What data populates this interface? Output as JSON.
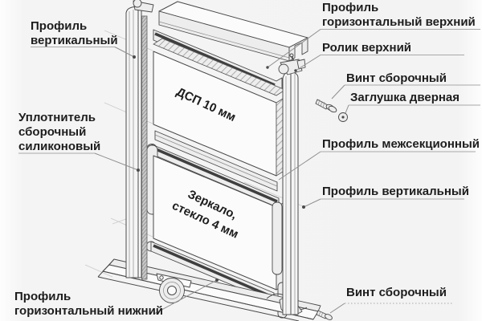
{
  "colors": {
    "background": "#f3f3f3",
    "line": "#4a4a4a",
    "leader": "#8f8f8f",
    "text": "#1d1d1d"
  },
  "labels": {
    "profile_vertical_left": "Профиль\nвертикальный",
    "seal_silicone": "Уплотнитель\nсборочный\nсиликоновый",
    "profile_horizontal_bottom": "Профиль\nгоризонтальный нижний",
    "profile_horizontal_top": "Профиль\nгоризонтальный верхний",
    "roller_top": "Ролик верхний",
    "screw_assembly_top": "Винт сборочный",
    "door_plug": "Заглушка дверная",
    "profile_intersection": "Профиль межсекционный",
    "profile_vertical_right": "Профиль вертикальный",
    "screw_assembly_bottom": "Винт сборочный",
    "panel_chipboard": "ДСП 10 мм",
    "panel_mirror": "Зеркало,\nстекло 4 мм"
  }
}
